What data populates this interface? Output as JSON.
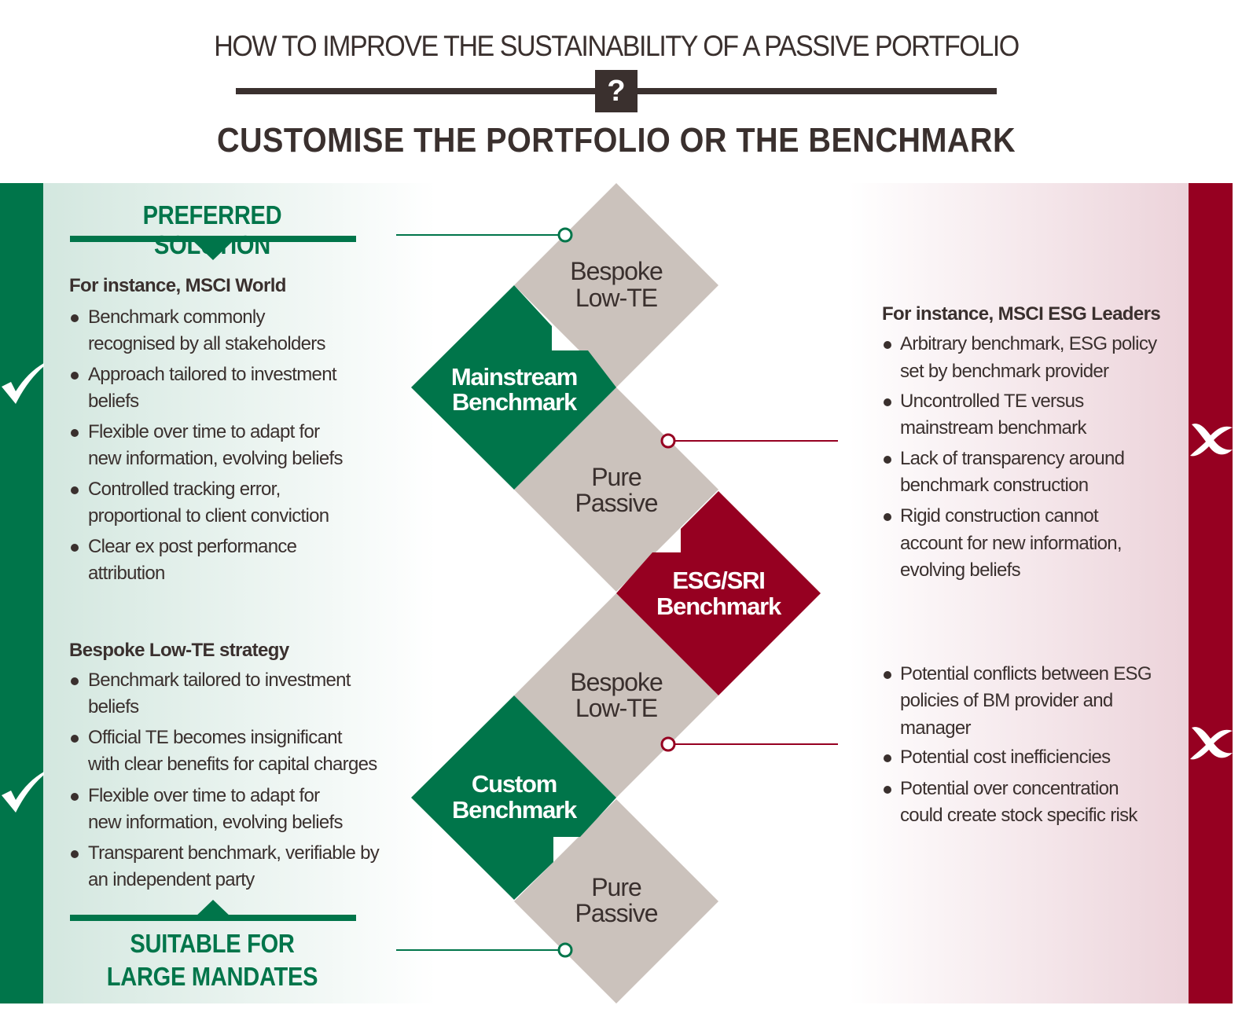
{
  "header": {
    "title": "HOW TO IMPROVE THE SUSTAINABILITY OF A PASSIVE PORTFOLIO",
    "question_mark": "?",
    "subtitle": "CUSTOMISE THE PORTFOLIO OR THE BENCHMARK"
  },
  "left": {
    "top_label": "PREFERRED SOLUTION",
    "bottom_label_lines": [
      "SUITABLE FOR",
      "LARGE MANDATES"
    ],
    "sections": [
      {
        "heading": "For instance, MSCI World",
        "bullets": [
          [
            "Benchmark commonly",
            "recognised by all stakeholders"
          ],
          [
            "Approach tailored to investment",
            "beliefs"
          ],
          [
            "Flexible over time to adapt for",
            "new information, evolving beliefs"
          ],
          [
            "Controlled tracking error,",
            "proportional to client conviction"
          ],
          [
            "Clear ex post performance",
            "attribution"
          ]
        ]
      },
      {
        "heading": "Bespoke Low-TE strategy",
        "bullets": [
          [
            "Benchmark tailored to investment",
            "beliefs"
          ],
          [
            "Official TE becomes insignificant",
            "with clear benefits for capital charges"
          ],
          [
            "Flexible over time to adapt for",
            "new information, evolving beliefs"
          ],
          [
            "Transparent benchmark, verifiable by",
            "an independent party"
          ]
        ]
      }
    ]
  },
  "right": {
    "sections": [
      {
        "heading": "For instance, MSCI ESG Leaders",
        "bullets": [
          [
            "Arbitrary benchmark, ESG policy",
            "set by benchmark provider"
          ],
          [
            "Uncontrolled TE versus",
            "mainstream benchmark"
          ],
          [
            "Lack of transparency around",
            "benchmark construction"
          ],
          [
            "Rigid construction cannot",
            "account for new information,",
            "evolving beliefs"
          ]
        ]
      },
      {
        "heading": "",
        "bullets": [
          [
            "Potential conflicts between ESG",
            "policies of BM provider and",
            "manager"
          ],
          [
            "Potential cost inefficiencies"
          ],
          [
            "Potential over concentration",
            "could create stock specific risk"
          ]
        ]
      }
    ]
  },
  "diagram": {
    "bespoke_1": [
      "Bespoke",
      "Low-TE"
    ],
    "mainstream": [
      "Mainstream",
      "Benchmark"
    ],
    "pure_passive_1": [
      "Pure",
      "Passive"
    ],
    "esg_sri": [
      "ESG/SRI",
      "Benchmark"
    ],
    "bespoke_2": [
      "Bespoke",
      "Low-TE"
    ],
    "custom": [
      "Custom",
      "Benchmark"
    ],
    "pure_passive_2": [
      "Pure",
      "Passive"
    ]
  },
  "colors": {
    "green": "#00754a",
    "red": "#960021",
    "gray": "#cbc2bc",
    "text": "#3a302e"
  }
}
